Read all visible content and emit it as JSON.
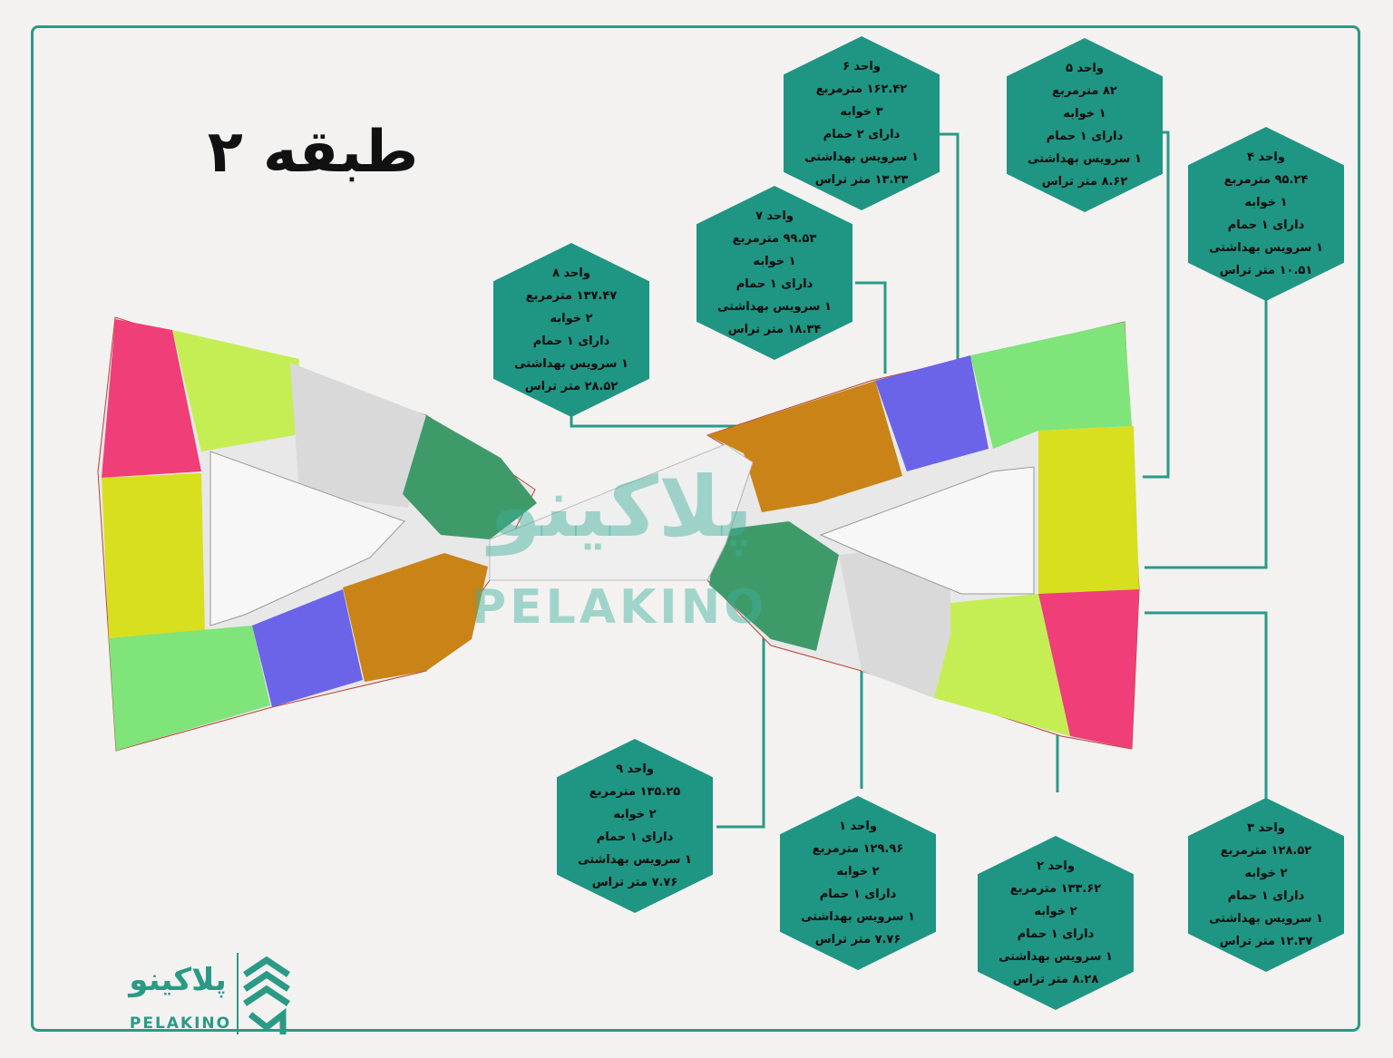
{
  "title": "طبقه ۲",
  "watermark": {
    "fa": "پلاکینو",
    "en": "PELAKINO"
  },
  "logo": {
    "fa": "پلاکینو",
    "en": "PELAKINO"
  },
  "colors": {
    "frame": "#2a9a86",
    "hexagon": "#1f9583",
    "unit_pink": "#ef3e78",
    "unit_yellow": "#d8df1e",
    "unit_lightgreen": "#7fe47a",
    "unit_purple": "#6b63e8",
    "unit_orange": "#c98316",
    "unit_darkgreen": "#3f9a6a",
    "unit_gray": "#d9d9d9",
    "unit_lime": "#c5ee55"
  },
  "units": [
    {
      "id": "u1",
      "lines": [
        "واحد ۱",
        "۱۲۹.۹۶ مترمربع",
        "۲ خوابه",
        "دارای ۱ حمام",
        "۱ سرویس بهداشتی",
        "۷.۷۶ متر تراس"
      ]
    },
    {
      "id": "u2",
      "lines": [
        "واحد ۲",
        "۱۳۳.۶۲ مترمربع",
        "۲ خوابه",
        "دارای ۱ حمام",
        "۱ سرویس بهداشتی",
        "۸.۲۸ متر تراس"
      ]
    },
    {
      "id": "u3",
      "lines": [
        "واحد ۳",
        "۱۲۸.۵۲ مترمربع",
        "۲ خوابه",
        "دارای ۱ حمام",
        "۱ سرویس بهداشتی",
        "۱۲.۳۷ متر تراس"
      ]
    },
    {
      "id": "u4",
      "lines": [
        "واحد ۴",
        "۹۵.۲۴ مترمربع",
        "۱ خوابه",
        "دارای ۱ حمام",
        "۱ سرویس بهداشتی",
        "۱۰.۵۱ متر تراس"
      ]
    },
    {
      "id": "u5",
      "lines": [
        "واحد ۵",
        "۸۲ مترمربع",
        "۱ خوابه",
        "دارای ۱ حمام",
        "۱ سرویس بهداشتی",
        "۸.۶۲ متر تراس"
      ]
    },
    {
      "id": "u6",
      "lines": [
        "واحد ۶",
        "۱۶۲.۴۲ مترمربع",
        "۳ خوابه",
        "دارای ۲ حمام",
        "۱ سرویس بهداشتی",
        "۱۳.۲۳ متر تراس"
      ]
    },
    {
      "id": "u7",
      "lines": [
        "واحد ۷",
        "۹۹.۵۳ مترمربع",
        "۱ خوابه",
        "دارای ۱ حمام",
        "۱ سرویس بهداشتی",
        "۱۸.۳۴ متر تراس"
      ]
    },
    {
      "id": "u8",
      "lines": [
        "واحد ۸",
        "۱۳۷.۴۷ مترمربع",
        "۲ خوابه",
        "دارای ۱ حمام",
        "۱ سرویس بهداشتی",
        "۲۸.۵۲ متر تراس"
      ]
    },
    {
      "id": "u9",
      "lines": [
        "واحد ۹",
        "۱۳۵.۲۵ مترمربع",
        "۲ خوابه",
        "دارای ۱ حمام",
        "۱ سرویس بهداشتی",
        "۷.۷۶ متر تراس"
      ]
    }
  ]
}
